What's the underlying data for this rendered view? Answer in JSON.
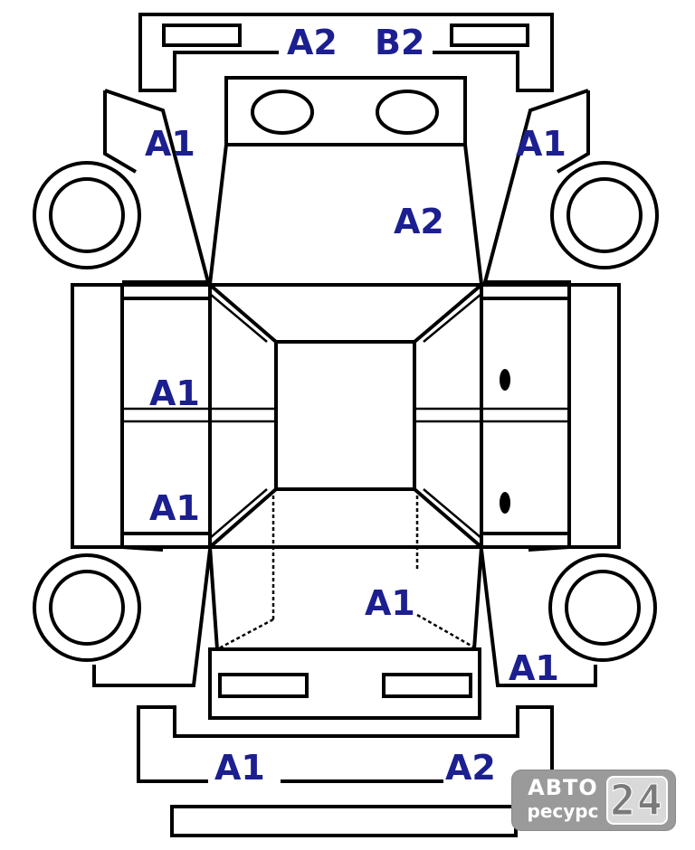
{
  "labels": {
    "front_bumper_left": "A2",
    "front_bumper_right": "B2",
    "left_front_fender": "A1",
    "right_front_fender": "A1",
    "hood": "A2",
    "left_front_door": "A1",
    "left_rear_door": "A1",
    "trunk": "A1",
    "right_rear_fender": "A1",
    "rear_bumper_left": "A1",
    "rear_bumper_right": "A2"
  },
  "logo": {
    "word1": "АВТО",
    "word2": "ресурс",
    "number": "24"
  },
  "colors": {
    "label": "#1c1f8f",
    "outline": "#000000",
    "logo_bg": "#9a9a9a"
  }
}
